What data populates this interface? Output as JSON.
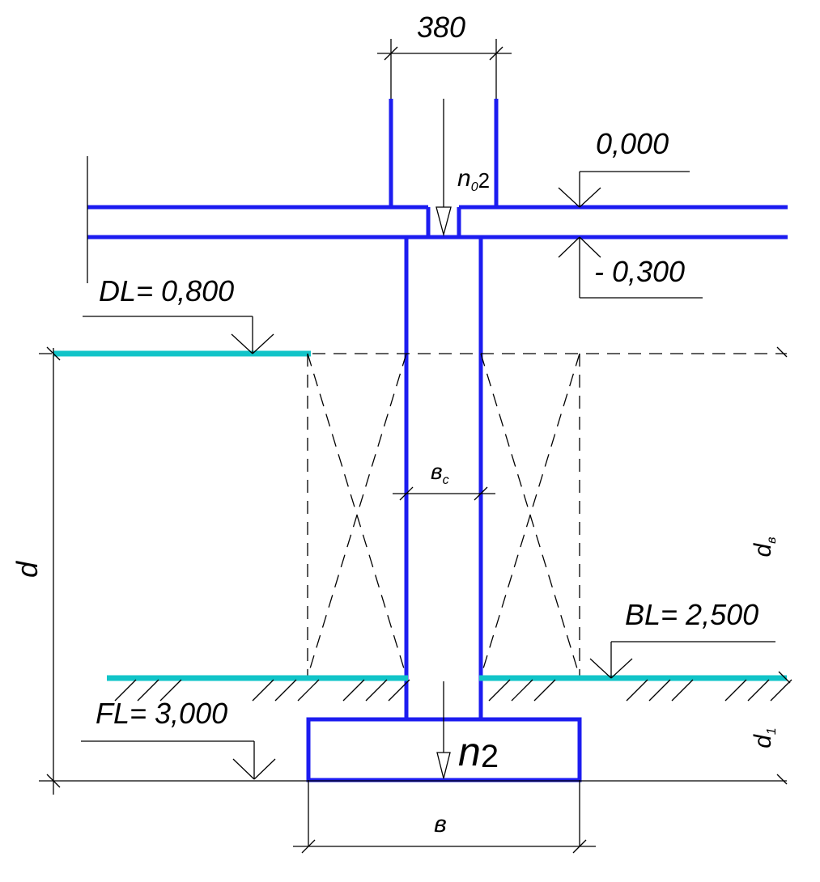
{
  "colors": {
    "structure": "#1c1cf0",
    "soil_line": "#11c4c8",
    "lines": "#000000",
    "background": "#ffffff"
  },
  "labels": {
    "column_width": "380",
    "level_top": "0,000",
    "level_floor_bottom": "- 0,300",
    "dl": "DL= 0,800",
    "bl": "BL= 2,500",
    "fl": "FL= 3,000",
    "load_top_main": "n",
    "load_top_sub": "0",
    "load_top_tail": "2",
    "wall_width_main": "в",
    "wall_width_sub": "c",
    "load_bottom_main": "n",
    "load_bottom_tail": "2",
    "footing_width": "в",
    "depth_d": "d",
    "depth_db_main": "d",
    "depth_db_sub": "в",
    "depth_d1_main": "d",
    "depth_d1_sub": "1"
  }
}
